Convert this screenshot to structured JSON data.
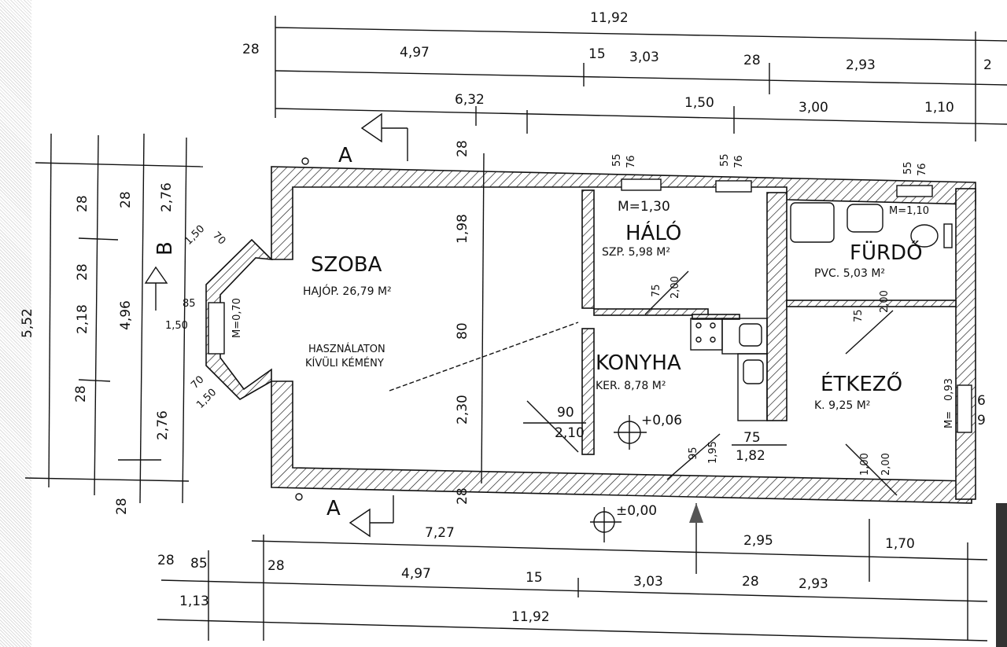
{
  "rooms": {
    "szoba": {
      "name": "SZOBA",
      "floor_area": "HAJÓP. 26,79 M²",
      "note_line1": "HASZNÁLATON",
      "note_line2": "KÍVÜLI KÉMÉNY"
    },
    "halo": {
      "name": "HÁLÓ",
      "floor_area": "SZP. 5,98 M²"
    },
    "furdo": {
      "name": "FÜRDŐ",
      "floor_area": "PVC. 5,03 M²"
    },
    "konyha": {
      "name": "KONYHA",
      "floor_area": "KER. 8,78 M²"
    },
    "etkezo": {
      "name": "ÉTKEZŐ",
      "floor_area": "K. 9,25 M²"
    }
  },
  "top_dimensions": {
    "total": "11,92",
    "row2": [
      "28",
      "4,97",
      "15",
      "3,03",
      "28",
      "2,93",
      "2"
    ],
    "row3": [
      "6,32",
      "1,50",
      "3,00",
      "1,10"
    ]
  },
  "bottom_dimensions": {
    "row1": [
      "7,27",
      "2,95",
      "1,70"
    ],
    "row2": [
      "28",
      "85",
      "28",
      "4,97",
      "15",
      "3,03",
      "28",
      "2,93"
    ],
    "row3": [
      "1,13",
      "11,92"
    ]
  },
  "left_dimensions": [
    "5,52",
    "28",
    "28",
    "2,18",
    "28",
    "4,96",
    "28",
    "2,76",
    "2,76",
    "28"
  ],
  "section_marks": {
    "b": "B",
    "a_top": "A",
    "a_bottom": "A"
  },
  "windows": {
    "w1": [
      "55",
      "76"
    ],
    "w2": [
      "55",
      "76"
    ],
    "w3": [
      "55",
      "76"
    ],
    "halo_sill": "M=1,30",
    "furdo_sill": "M=1,10",
    "bay_front": "85",
    "bay_front_w": "1,50",
    "bay_sill": "M=0,70",
    "bay_upper": [
      "70",
      "1,50"
    ],
    "bay_lower": [
      "70",
      "1,50"
    ],
    "right_window": [
      "0,93",
      "M=",
      "6",
      "9"
    ]
  },
  "doors": {
    "halo": [
      "75",
      "2,00"
    ],
    "furdo": [
      "75",
      "2,00"
    ],
    "szoba": [
      "90",
      "2,10"
    ],
    "entry": [
      "95",
      "1,95"
    ],
    "pantry": [
      "75",
      "1,82"
    ],
    "etkezo": [
      "1,00",
      "2,00"
    ]
  },
  "interior_dimensions": [
    "28",
    "1,98",
    "80",
    "2,30",
    "28"
  ],
  "levels": {
    "kitchen": "+0,06",
    "ground": "±0,00"
  }
}
